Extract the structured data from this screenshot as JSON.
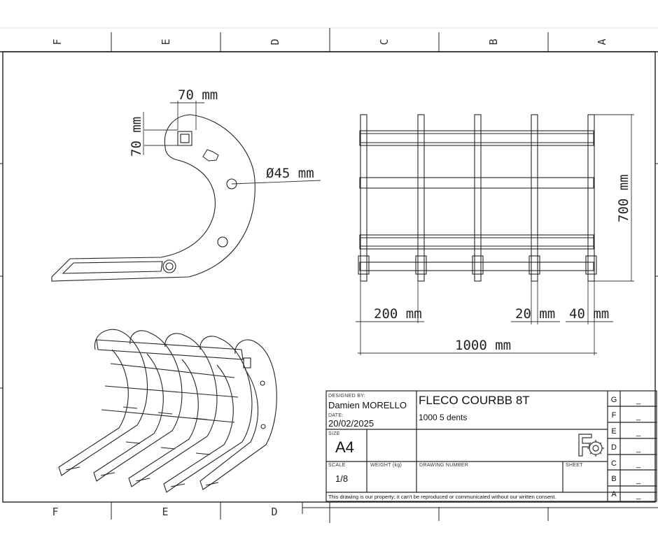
{
  "zones": {
    "top": [
      "F",
      "E",
      "D",
      "C",
      "B",
      "A"
    ],
    "bottom": [
      "F",
      "E",
      "D"
    ]
  },
  "dimensions": {
    "tooth_square_w": "70 mm",
    "tooth_square_h": "70 mm",
    "hole_diameter": "Ø45 mm",
    "height": "700 mm",
    "spacing": "200 mm",
    "tooth_thickness": "20 mm",
    "overhang": "40 mm",
    "width": "1000 mm"
  },
  "title_block": {
    "designed_by_label": "DESIGNED BY:",
    "designer": "Damien MORELLO",
    "date_label": "DATE:",
    "date": "20/02/2025",
    "title": "FLECO COURBB 8T",
    "subtitle": "1000 5 dents",
    "size_label": "SIZE",
    "size": "A4",
    "scale_label": "SCALE",
    "scale": "1/8",
    "weight_label": "WEIGHT (kg)",
    "drawing_number_label": "DRAWING NUMBER",
    "sheet_label": "SHEET",
    "notice": "This drawing is our property; it can't be reproduced or communicated without our written consent.",
    "revisions": [
      "G",
      "F",
      "E",
      "D",
      "C",
      "B",
      "A"
    ],
    "revision_values": [
      "_",
      "_",
      "_",
      "_",
      "_",
      "_",
      "_"
    ]
  }
}
